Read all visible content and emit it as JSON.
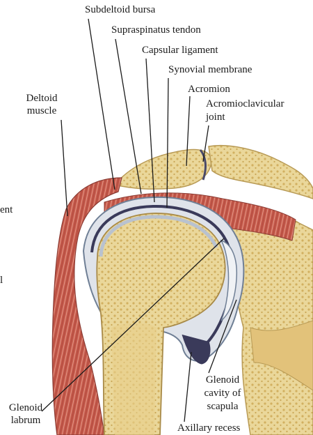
{
  "labels": {
    "subdeltoid_bursa": "Subdeltoid bursa",
    "supraspinatus_tendon": "Supraspinatus tendon",
    "capsular_ligament": "Capsular ligament",
    "synovial_membrane": "Synovial membrane",
    "acromion": "Acromion",
    "acromioclavicular_1": "Acromioclavicular",
    "acromioclavicular_2": "joint",
    "deltoid_1": "Deltoid",
    "deltoid_2": "muscle",
    "glenoid_labrum_1": "Glenoid",
    "glenoid_labrum_2": "labrum",
    "glenoid_cavity_1": "Glenoid",
    "glenoid_cavity_2": "cavity of",
    "glenoid_cavity_3": "scapula",
    "axillary_recess": "Axillary recess",
    "cut_left_1": "ent",
    "cut_left_2": "l"
  },
  "colors": {
    "bone": "#ead79a",
    "bone_spongy": "#d8b867",
    "muscle": "#c9574a",
    "muscle_dark": "#9c3b33",
    "capsule": "#dfe3ea",
    "cavity": "#3a3a5a",
    "leader": "#1a1a1a"
  }
}
